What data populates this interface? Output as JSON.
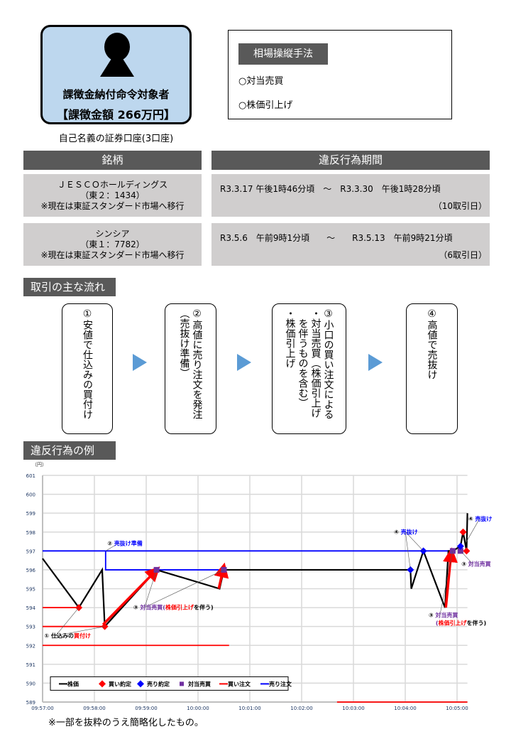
{
  "subject": {
    "title": "課徴金納付命令対象者",
    "amount": "【課徴金額 266万円】",
    "account_note": "自己名義の証券口座(3口座)"
  },
  "method": {
    "heading": "相場操縦手法",
    "items": [
      "○対当売買",
      "○株価引上げ"
    ]
  },
  "table": {
    "headers": [
      "銘柄",
      "違反行為期間"
    ],
    "rows": [
      {
        "name": "ＪＥＳＣＯホールディングス",
        "code": "（東２：1434）",
        "note": "※現在は東証スタンダード市場へ移行",
        "period": "R3.3.17 午後1時46分頃　～　R3.3.30　午後1時28分頃",
        "days": "（10取引日）"
      },
      {
        "name": "シンシア",
        "code": "（東１：7782）",
        "note": "※現在は東証スタンダード市場へ移行",
        "period": "R3.5.6　午前9時1分頃　　～　　R3.5.13　午前9時21分頃",
        "days": "（6取引日）"
      }
    ]
  },
  "flow": {
    "heading": "取引の主な流れ",
    "steps": [
      {
        "lines": [
          "①安値で仕込みの買付け"
        ]
      },
      {
        "lines": [
          "②高値に売り注文を発注",
          "（売抜け準備）"
        ]
      },
      {
        "lines": [
          "③小口の買い注文による",
          "・対当売買（株価引上げ",
          "を伴うものを含む）",
          "・株価引上げ"
        ]
      },
      {
        "lines": [
          "④高値で売抜け"
        ]
      }
    ]
  },
  "example": {
    "heading": "違反行為の例",
    "footnote": "※一部を抜粋のうえ簡略化したもの。"
  },
  "colors": {
    "price": "#000000",
    "buy": "#ff0000",
    "sell": "#0000ff",
    "cross": "#7030a0",
    "header": "#595959",
    "cell": "#d0cece",
    "card": "#bdd7ee",
    "arrow": "#5b9bd5"
  },
  "chart_data": {
    "type": "line",
    "ylabel": "（円）",
    "ylim": [
      589,
      601
    ],
    "yticks": [
      589,
      590,
      591,
      592,
      593,
      594,
      595,
      596,
      597,
      598,
      599,
      600,
      601
    ],
    "xlim": [
      "09:57:00",
      "10:05:12"
    ],
    "xticks": [
      "09:57:00",
      "09:58:00",
      "09:59:00",
      "10:00:00",
      "10:01:00",
      "10:02:00",
      "10:03:00",
      "10:04:00",
      "10:05:00"
    ],
    "grid": true,
    "legend_position": "bottom-left",
    "legend": [
      "株価",
      "買い約定",
      "売り約定",
      "対当売買",
      "買い注文",
      "売り注文"
    ],
    "price": [
      [
        "09:57:00",
        596.6
      ],
      [
        "09:57:42",
        594
      ],
      [
        "09:58:09",
        596
      ],
      [
        "09:58:12",
        593
      ],
      [
        "09:59:12",
        596
      ],
      [
        "10:00:25",
        595
      ],
      [
        "10:00:30",
        596
      ],
      [
        "10:04:06",
        596
      ],
      [
        "10:04:07",
        595
      ],
      [
        "10:04:21",
        597
      ],
      [
        "10:04:46",
        594
      ],
      [
        "10:04:50",
        597
      ],
      [
        "10:04:55",
        597
      ],
      [
        "10:05:04",
        597.25
      ],
      [
        "10:05:07",
        598
      ],
      [
        "10:05:11",
        597
      ],
      [
        "10:05:12",
        599
      ]
    ],
    "buy_fills": [
      [
        "09:57:42",
        594
      ],
      [
        "09:58:12",
        593
      ],
      [
        "10:05:07",
        598
      ],
      [
        "10:05:11",
        597
      ]
    ],
    "sell_fills": [
      [
        "10:04:06",
        596
      ],
      [
        "10:04:21",
        597
      ],
      [
        "10:05:04",
        597.25
      ]
    ],
    "cross_trades": [
      [
        "09:59:12",
        596
      ],
      [
        "10:00:30",
        596
      ],
      [
        "10:04:55",
        597
      ],
      [
        "10:05:04",
        597
      ]
    ],
    "buy_orders": [
      [
        [
          "09:57:00",
          594
        ],
        [
          "09:57:42",
          594
        ]
      ],
      [
        [
          "09:57:00",
          593
        ],
        [
          "09:58:12",
          593
        ]
      ],
      [
        [
          "09:57:00",
          592
        ],
        [
          "10:00:36",
          592
        ]
      ],
      [
        [
          "10:02:41",
          589
        ],
        [
          "10:05:12",
          589
        ]
      ]
    ],
    "sell_orders": [
      [
        [
          "09:57:00",
          597
        ],
        [
          "10:04:55",
          597
        ]
      ],
      [
        [
          "09:58:13",
          597
        ],
        [
          "09:58:13",
          596
        ],
        [
          "10:04:06",
          596
        ]
      ]
    ],
    "price_push_arrows": [
      [
        [
          "09:58:10",
          593.1
        ],
        [
          "09:59:10",
          595.9
        ]
      ],
      [
        [
          "10:00:24",
          595
        ],
        [
          "10:00:29",
          596
        ]
      ],
      [
        [
          "10:04:47",
          594
        ],
        [
          "10:04:53",
          596.8
        ]
      ]
    ],
    "annotations": [
      {
        "num": "①",
        "parts": [
          [
            "仕込みの",
            "#000000"
          ],
          [
            "買付け",
            "#ff0000"
          ]
        ],
        "at": [
          "09:57:02",
          592.4
        ],
        "points": [
          [
            "09:57:42",
            594
          ],
          [
            "09:58:12",
            593
          ]
        ]
      },
      {
        "num": "②",
        "parts": [
          [
            "売抜け準備",
            "#0000ff"
          ]
        ],
        "at": [
          "09:58:15",
          597.3
        ],
        "points": [
          [
            "09:58:13",
            597
          ]
        ]
      },
      {
        "num": "③",
        "parts": [
          [
            "対当売買(",
            "#7030a0"
          ],
          [
            "株価引上げ",
            "#ff0000"
          ],
          [
            "を伴う)",
            "#000000"
          ]
        ],
        "at": [
          "09:58:45",
          593.9
        ],
        "points": [
          [
            "09:59:12",
            596
          ],
          [
            "10:00:30",
            596
          ]
        ]
      },
      {
        "num": "④",
        "parts": [
          [
            "売抜け",
            "#0000ff"
          ]
        ],
        "at": [
          "10:03:47",
          597.9
        ],
        "points": [
          [
            "10:04:06",
            596
          ],
          [
            "10:04:21",
            597
          ]
        ]
      },
      {
        "num": "③",
        "parts": [
          [
            "対当売買",
            "#7030a0"
          ]
        ],
        "sub": [
          [
            "(",
            "#7030a0"
          ],
          [
            "株価引上げ",
            "#ff0000"
          ],
          [
            "を伴う)",
            "#000000"
          ]
        ],
        "at": [
          "10:04:27",
          593.5
        ],
        "points": [
          [
            "10:04:55",
            597
          ]
        ]
      },
      {
        "num": "③",
        "parts": [
          [
            "対当売買",
            "#7030a0"
          ]
        ],
        "at": [
          "10:05:05",
          596.2
        ],
        "points": [
          [
            "10:05:04",
            597
          ]
        ]
      },
      {
        "num": "④",
        "parts": [
          [
            "売抜け",
            "#0000ff"
          ]
        ],
        "at": [
          "10:05:13",
          598.6
        ],
        "points": [
          [
            "10:05:11",
            597.5
          ]
        ]
      }
    ]
  }
}
